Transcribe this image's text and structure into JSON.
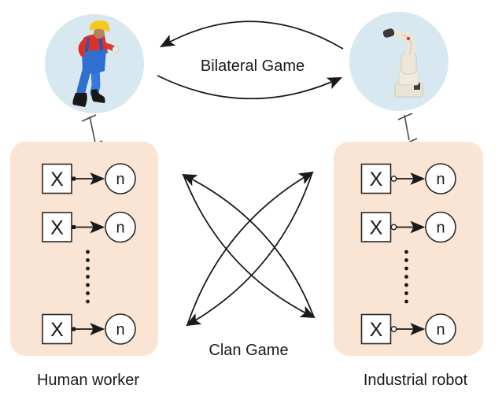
{
  "figure": {
    "bilateral_game_label": "Bilateral Game",
    "clan_game_label": "Clan Game"
  },
  "human_clan": {
    "label": "Human worker",
    "avatar_icon": "construction-worker-icon",
    "connector_icon": "filled-square-connector",
    "rows": [
      {
        "box_label": "X",
        "node_label": "n"
      },
      {
        "box_label": "X",
        "node_label": "n"
      },
      {
        "box_label": "X",
        "node_label": "n"
      }
    ]
  },
  "robot_clan": {
    "label": "Industrial robot",
    "avatar_icon": "robot-arm-icon",
    "connector_icon": "open-circle-connector",
    "rows": [
      {
        "box_label": "X",
        "node_label": "n"
      },
      {
        "box_label": "X",
        "node_label": "n"
      },
      {
        "box_label": "X",
        "node_label": "n"
      }
    ]
  },
  "colors": {
    "avatar_circle_fill": "#d7e8f1",
    "clan_panel_fill": "#fae4d3",
    "line_color": "#1a1a1a"
  }
}
